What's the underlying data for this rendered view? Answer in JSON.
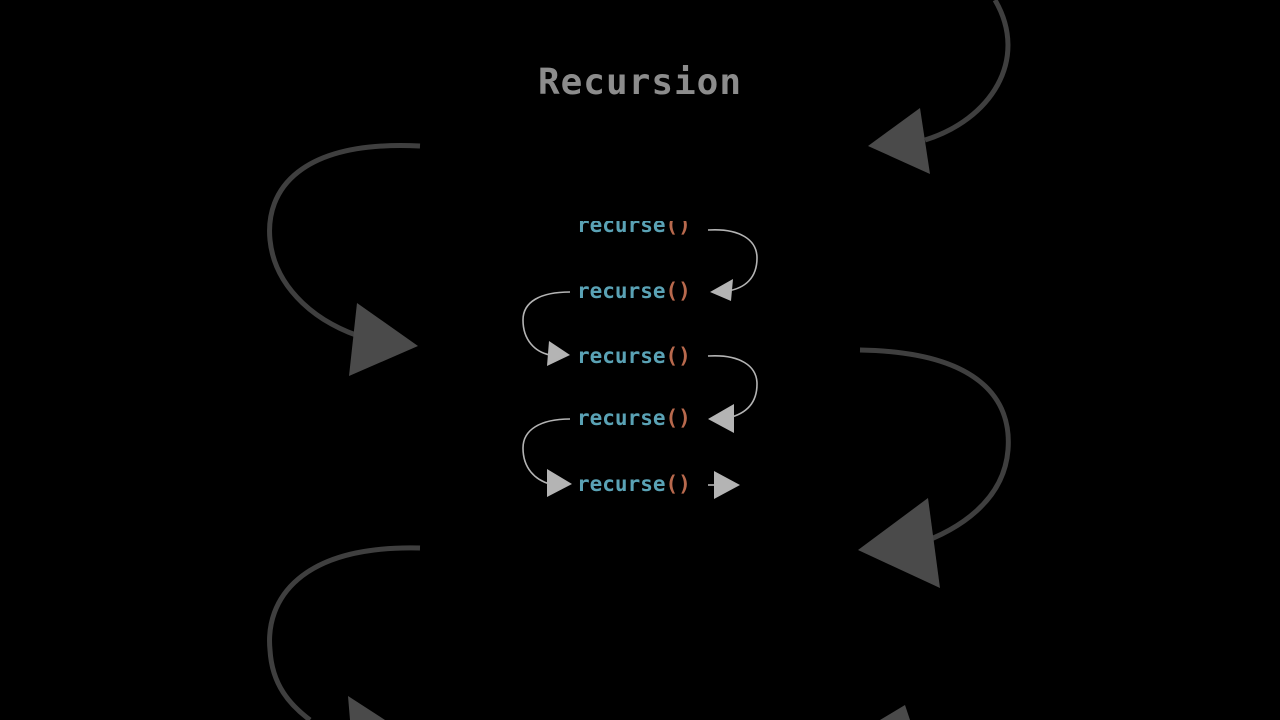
{
  "title": "Recursion",
  "calls": [
    {
      "fn": "recurse",
      "parens": "()"
    },
    {
      "fn": "recurse",
      "parens": "()"
    },
    {
      "fn": "recurse",
      "parens": "()"
    },
    {
      "fn": "recurse",
      "parens": "()"
    },
    {
      "fn": "recurse",
      "parens": "()"
    }
  ],
  "colors": {
    "background": "#000000",
    "title": "#8c8c8c",
    "function_name": "#5aa2b5",
    "parens": "#b8694d",
    "arrow": "#b4b4b4",
    "background_arrow": "#4a4a4a"
  }
}
